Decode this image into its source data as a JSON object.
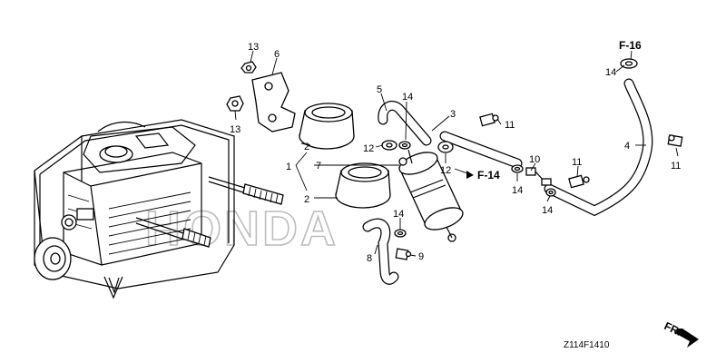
{
  "diagram": {
    "watermark": "HONDA",
    "drawing_code": "Z114F1410",
    "front_indicator": "FR.",
    "references": {
      "f16": "F-16",
      "f14": "F-14"
    },
    "callouts": {
      "c13a": "13",
      "c6": "6",
      "c13b": "13",
      "c2a": "2",
      "c1": "1",
      "c7": "7",
      "c2b": "2",
      "c5": "5",
      "c14a": "14",
      "c12a": "12",
      "c3": "3",
      "c11a": "11",
      "c12b": "12",
      "c10": "10",
      "c14b": "14",
      "c14c": "14",
      "c11b": "11",
      "c14d": "14",
      "c4": "4",
      "c11c": "11",
      "c14e": "14",
      "c8": "8",
      "c9": "9"
    }
  }
}
